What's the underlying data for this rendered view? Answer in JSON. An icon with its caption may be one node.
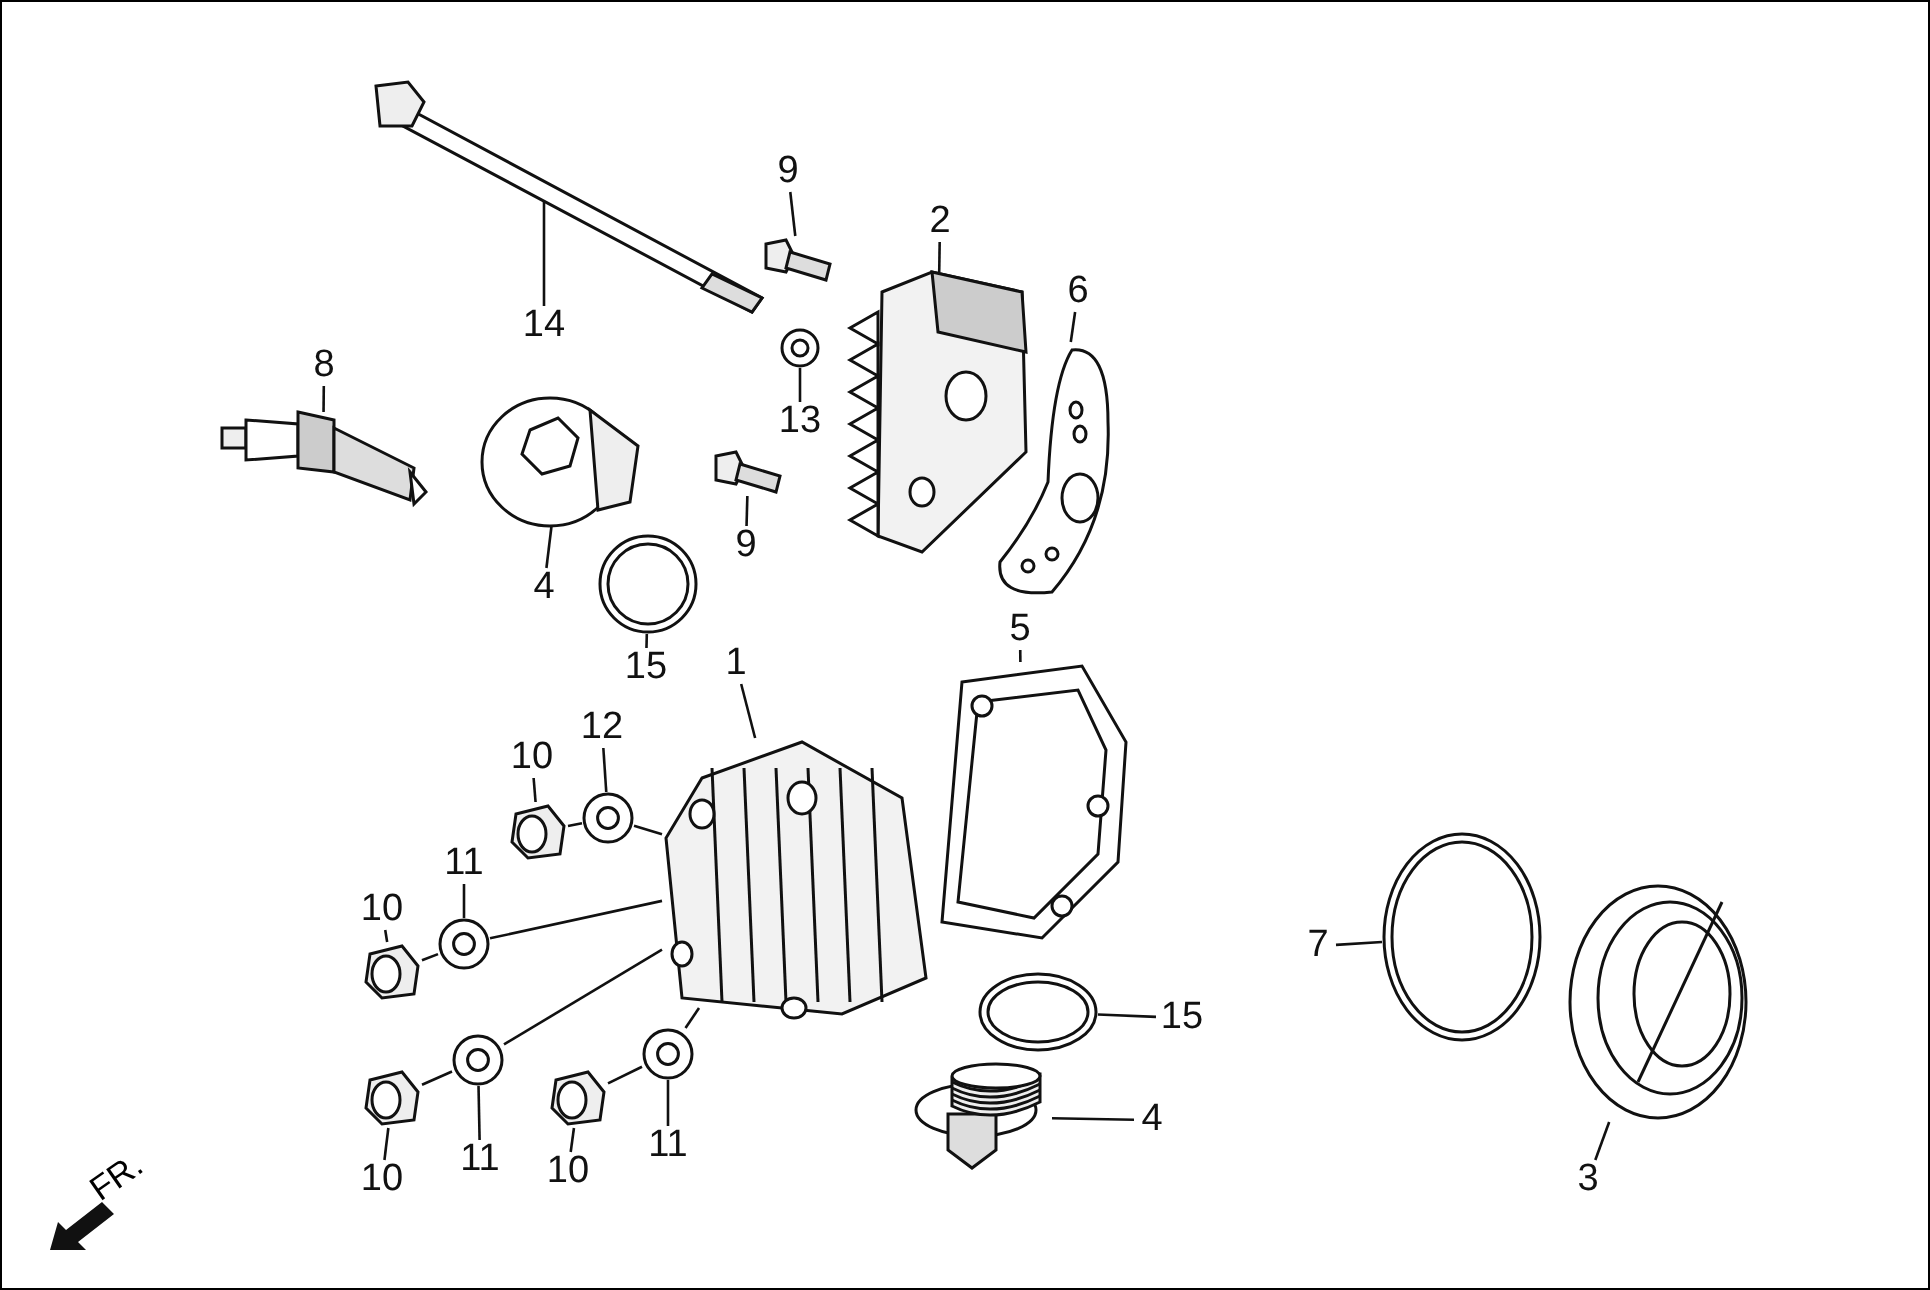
{
  "diagram": {
    "nodes": [
      {
        "text": [
          "14"
        ]
      },
      {
        "text": [
          "9"
        ]
      },
      {
        "text": [
          "2"
        ]
      },
      {
        "text": [
          "6"
        ]
      },
      {
        "text": [
          "8"
        ]
      },
      {
        "text": [
          "13"
        ]
      },
      {
        "text": [
          "9"
        ]
      },
      {
        "text": [
          "4"
        ]
      },
      {
        "text": [
          "15"
        ]
      },
      {
        "text": [
          "1"
        ]
      },
      {
        "text": [
          "5"
        ]
      },
      {
        "text": [
          "10"
        ]
      },
      {
        "text": [
          "12"
        ]
      },
      {
        "text": [
          "10"
        ]
      },
      {
        "text": [
          "11"
        ]
      },
      {
        "text": [
          "10"
        ]
      },
      {
        "text": [
          "11"
        ]
      },
      {
        "text": [
          "10"
        ]
      },
      {
        "text": [
          "11"
        ]
      },
      {
        "text": [
          "15"
        ]
      },
      {
        "text": [
          "4"
        ]
      },
      {
        "text": [
          "7"
        ]
      },
      {
        "text": [
          "3"
        ]
      },
      {
        "text": [],
        "shape": "picture"
      },
      {
        "text": [],
        "shape": "picture"
      },
      {
        "text": [],
        "shape": "picture"
      },
      {
        "text": [],
        "shape": "picture"
      },
      {
        "text": [],
        "shape": "picture"
      },
      {
        "text": [],
        "shape": "picture"
      },
      {
        "text": [],
        "shape": "picture"
      },
      {
        "text": [],
        "shape": "picture"
      },
      {
        "text": [],
        "shape": "picture"
      },
      {
        "text": [],
        "shape": "picture"
      },
      {
        "text": [],
        "shape": "picture"
      },
      {
        "text": [],
        "shape": "picture"
      },
      {
        "text": [],
        "shape": "picture"
      },
      {
        "text": [],
        "shape": "picture"
      },
      {
        "text": [],
        "shape": "picture"
      },
      {
        "text": [],
        "shape": "picture"
      },
      {
        "text": [],
        "shape": "picture"
      },
      {
        "text": [],
        "shape": "picture"
      },
      {
        "text": [],
        "shape": "picture"
      },
      {
        "text": [],
        "shape": "picture"
      },
      {
        "text": [],
        "shape": "picture"
      },
      {
        "text": [],
        "shape": "picture"
      },
      {
        "text": [],
        "shape": "picture"
      }
    ],
    "edges": [
      {
        "from": 0,
        "to": 23,
        "arrow": "none"
      },
      {
        "from": 1,
        "to": 24,
        "arrow": "none"
      },
      {
        "from": 2,
        "to": 25,
        "arrow": "none"
      },
      {
        "from": 3,
        "to": 26,
        "arrow": "none"
      },
      {
        "from": 4,
        "to": 27,
        "arrow": "none"
      },
      {
        "from": 5,
        "to": 28,
        "arrow": "none"
      },
      {
        "from": 6,
        "to": 29,
        "arrow": "none"
      },
      {
        "from": 7,
        "to": 30,
        "arrow": "none"
      },
      {
        "from": 8,
        "to": 31,
        "arrow": "none"
      },
      {
        "from": 9,
        "to": 32,
        "arrow": "none"
      },
      {
        "from": 10,
        "to": 33,
        "arrow": "none"
      },
      {
        "from": 11,
        "to": 34,
        "arrow": "none"
      },
      {
        "from": 12,
        "to": 35,
        "arrow": "none"
      },
      {
        "from": 13,
        "to": 36,
        "arrow": "none"
      },
      {
        "from": 14,
        "to": 37,
        "arrow": "none"
      },
      {
        "from": 15,
        "to": 38,
        "arrow": "none"
      },
      {
        "from": 16,
        "to": 39,
        "arrow": "none"
      },
      {
        "from": 17,
        "to": 40,
        "arrow": "none"
      },
      {
        "from": 18,
        "to": 41,
        "arrow": "none"
      },
      {
        "from": 19,
        "to": 42,
        "arrow": "none"
      },
      {
        "from": 20,
        "to": 43,
        "arrow": "none"
      },
      {
        "from": 21,
        "to": 44,
        "arrow": "none"
      },
      {
        "from": 22,
        "to": 45,
        "arrow": "none"
      },
      {
        "from": 34,
        "to": 35,
        "arrow": "none"
      },
      {
        "from": 35,
        "to": 32,
        "arrow": "none"
      },
      {
        "from": 36,
        "to": 37,
        "arrow": "none"
      },
      {
        "from": 37,
        "to": 32,
        "arrow": "none"
      },
      {
        "from": 38,
        "to": 39,
        "arrow": "none"
      },
      {
        "from": 39,
        "to": 32,
        "arrow": "none"
      },
      {
        "from": 40,
        "to": 41,
        "arrow": "none"
      },
      {
        "from": 41,
        "to": 32,
        "arrow": "none"
      }
    ],
    "labels": [
      "FR."
    ]
  }
}
